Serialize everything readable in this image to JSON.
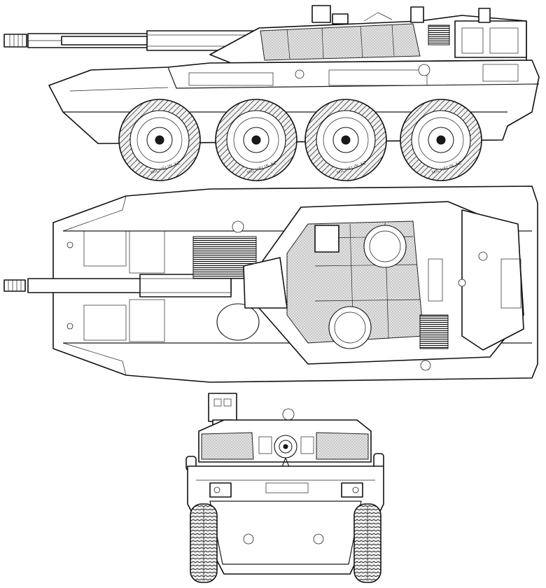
{
  "drawing": {
    "views": [
      "side-view",
      "top-view",
      "front-view"
    ],
    "tire_marking": "MICHELIN XZ",
    "side_view_wheel_count": 4,
    "colors": {
      "line": "#1a1a1a",
      "background": "#ffffff"
    }
  }
}
